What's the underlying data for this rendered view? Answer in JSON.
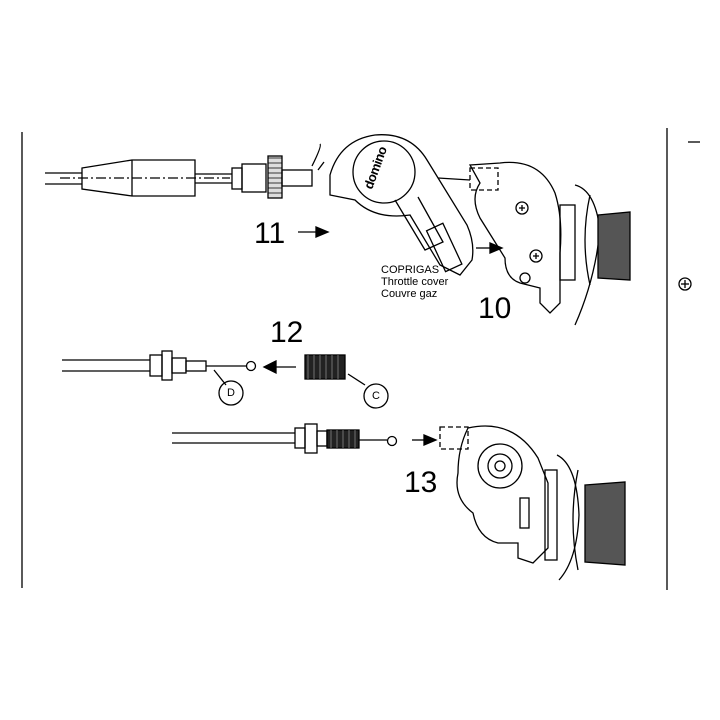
{
  "labels": {
    "step_11": "11",
    "step_10": "10",
    "step_12": "12",
    "step_13": "13",
    "callout_d": "D",
    "callout_c": "C"
  },
  "throttle_cover_caption": [
    "COPRIGAS",
    "Throttle cover",
    "Couvre gaz"
  ],
  "logo_text": "domino"
}
